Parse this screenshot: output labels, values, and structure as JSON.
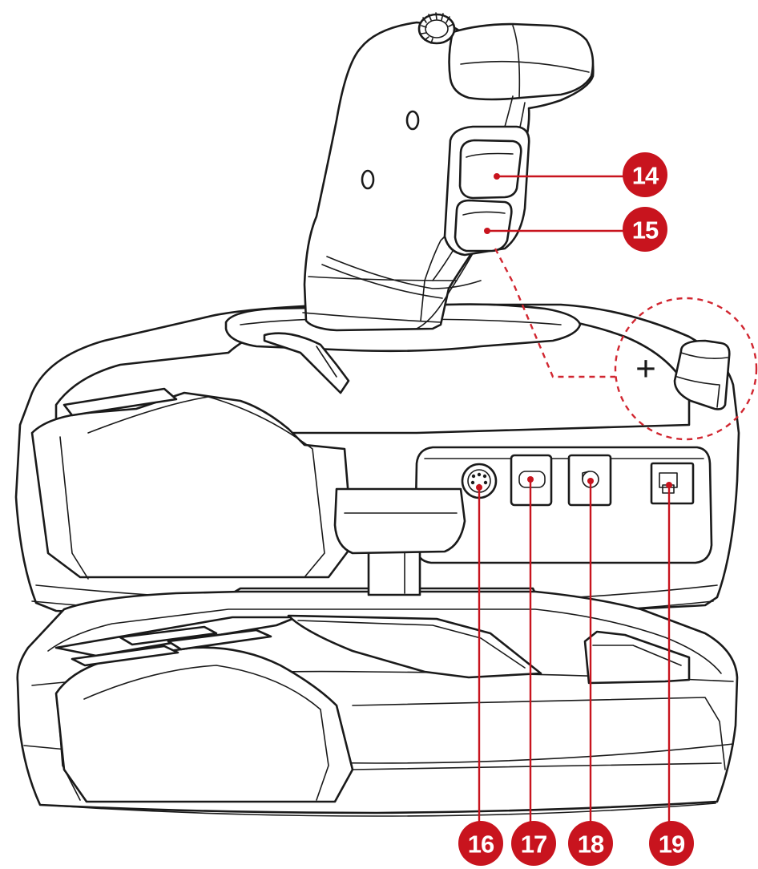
{
  "callouts": [
    {
      "id": "14",
      "label": "14"
    },
    {
      "id": "15",
      "label": "15"
    },
    {
      "id": "16",
      "label": "16"
    },
    {
      "id": "17",
      "label": "17"
    },
    {
      "id": "18",
      "label": "18"
    },
    {
      "id": "19",
      "label": "19"
    }
  ],
  "detail_inset": {
    "symbol": "+"
  },
  "colors": {
    "callout": "#c8141e",
    "outline": "#1a1a1a",
    "dashed_circle": "#d12630"
  }
}
